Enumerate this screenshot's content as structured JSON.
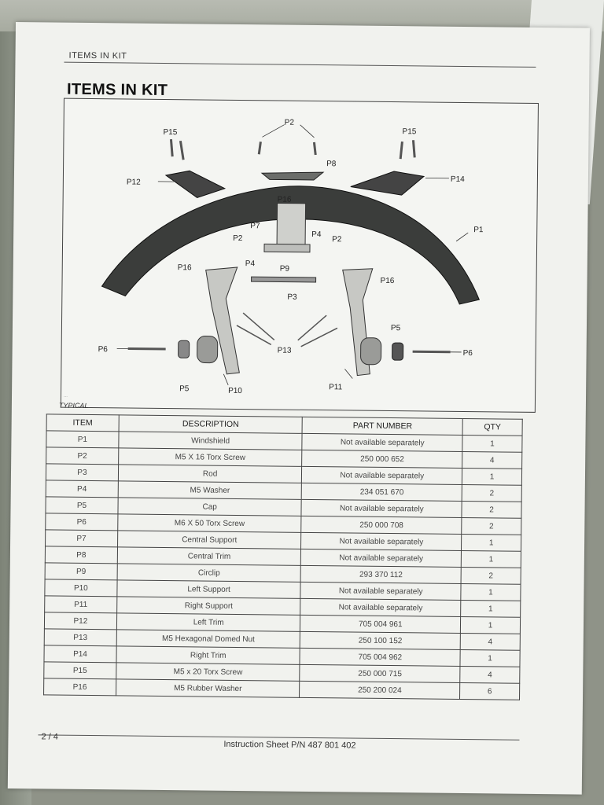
{
  "header": {
    "running_head": "ITEMS IN KIT",
    "title": "ITEMS IN KIT"
  },
  "figure": {
    "ref_code": "…",
    "caption": "TYPICAL",
    "callouts": [
      "P1",
      "P2",
      "P2",
      "P2",
      "P3",
      "P4",
      "P4",
      "P5",
      "P5",
      "P6",
      "P6",
      "P7",
      "P8",
      "P9",
      "P10",
      "P11",
      "P12",
      "P13",
      "P14",
      "P15",
      "P15",
      "P16",
      "P16",
      "P16"
    ]
  },
  "table": {
    "headers": [
      "ITEM",
      "DESCRIPTION",
      "PART NUMBER",
      "QTY"
    ],
    "rows": [
      [
        "P1",
        "Windshield",
        "Not available separately",
        "1"
      ],
      [
        "P2",
        "M5 X 16 Torx Screw",
        "250 000 652",
        "4"
      ],
      [
        "P3",
        "Rod",
        "Not available separately",
        "1"
      ],
      [
        "P4",
        "M5 Washer",
        "234 051 670",
        "2"
      ],
      [
        "P5",
        "Cap",
        "Not available separately",
        "2"
      ],
      [
        "P6",
        "M6 X 50 Torx Screw",
        "250 000 708",
        "2"
      ],
      [
        "P7",
        "Central Support",
        "Not available separately",
        "1"
      ],
      [
        "P8",
        "Central Trim",
        "Not available separately",
        "1"
      ],
      [
        "P9",
        "Circlip",
        "293 370 112",
        "2"
      ],
      [
        "P10",
        "Left Support",
        "Not available separately",
        "1"
      ],
      [
        "P11",
        "Right Support",
        "Not available separately",
        "1"
      ],
      [
        "P12",
        "Left Trim",
        "705 004 961",
        "1"
      ],
      [
        "P13",
        "M5 Hexagonal Domed Nut",
        "250 100 152",
        "4"
      ],
      [
        "P14",
        "Right Trim",
        "705 004 962",
        "1"
      ],
      [
        "P15",
        "M5 x 20 Torx Screw",
        "250 000 715",
        "4"
      ],
      [
        "P16",
        "M5 Rubber Washer",
        "250 200 024",
        "6"
      ]
    ]
  },
  "footer": {
    "page": "2 / 4",
    "instruction_sheet": "Instruction Sheet P/N 487 801 402"
  }
}
